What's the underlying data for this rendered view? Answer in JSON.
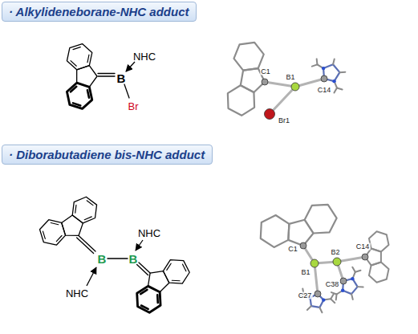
{
  "diagram": {
    "nodes": [
      {
        "text": [
          "· Alkylideneborane-NHC adduct"
        ]
      },
      {
        "text": [
          "· Diborabutadiene bis-NHC adduct"
        ]
      }
    ],
    "labels": [
      "NHC",
      "B",
      "Br",
      "C1",
      "B1",
      "C14",
      "Br1",
      "B",
      "B",
      "NHC",
      "NHC",
      "C1",
      "B1",
      "B2",
      "C38",
      "C14",
      "C27"
    ]
  }
}
